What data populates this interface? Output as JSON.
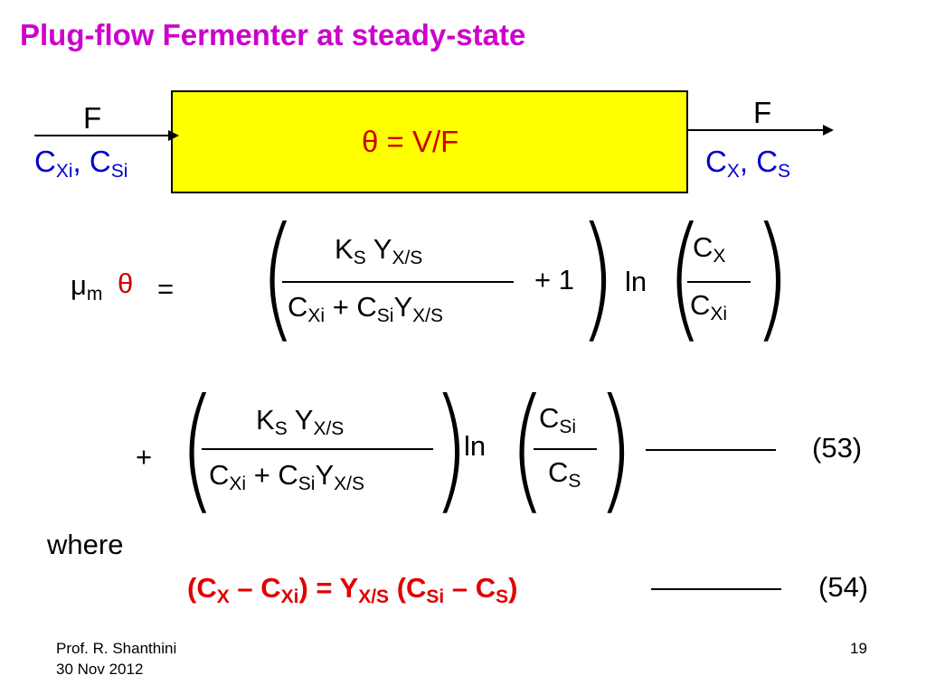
{
  "slide": {
    "title": "Plug-flow Fermenter at steady-state",
    "title_color": "#cc00cc",
    "slide_number": "19",
    "footer_author": "Prof. R. Shanthini",
    "footer_date": "30 Nov 2012"
  },
  "diagram": {
    "reactor_fill": "#ffff00",
    "reactor_label": "θ = V/F",
    "reactor_label_color": "#cc0000",
    "inlet": {
      "flow": "F",
      "conc_base1": "C",
      "conc_sub1": "Xi",
      "sep": ", ",
      "conc_base2": "C",
      "conc_sub2": "Si"
    },
    "outlet": {
      "flow": "F",
      "conc_base1": "C",
      "conc_sub1": "X",
      "sep": ", ",
      "conc_base2": "C",
      "conc_sub2": "S"
    }
  },
  "equation53": {
    "lhs_mu": "μ",
    "lhs_mu_sub": "m",
    "lhs_theta": "θ",
    "equals": "=",
    "term1": {
      "num_k": "K",
      "num_k_sub": "S",
      "num_y": " Y",
      "num_y_sub": "X/S",
      "den_c1": "C",
      "den_c1_sub": "Xi",
      "den_plus": " + C",
      "den_c2_sub": "Si",
      "den_y": "Y",
      "den_y_sub": "X/S",
      "plus_one": "+ 1",
      "ln": "ln",
      "ratio_num": "C",
      "ratio_num_sub": "X",
      "ratio_den": "C",
      "ratio_den_sub": "Xi"
    },
    "term2": {
      "plus": "+",
      "num_k": "K",
      "num_k_sub": "S",
      "num_y": " Y",
      "num_y_sub": "X/S",
      "den_c1": "C",
      "den_c1_sub": "Xi",
      "den_plus": " + C",
      "den_c2_sub": "Si",
      "den_y": "Y",
      "den_y_sub": "X/S",
      "ln": "ln",
      "ratio_num": "C",
      "ratio_num_sub": "Si",
      "ratio_den": "C",
      "ratio_den_sub": "S"
    },
    "number": "(53)"
  },
  "where_label": "where",
  "equation54": {
    "p1": "(C",
    "s1": "X",
    "p2": " – C",
    "s2": "Xi",
    "p3": ") =  Y",
    "s3": "X/S",
    "p4": " (C",
    "s4": "Si",
    "p5": " – C",
    "s5": "S",
    "p6": ")",
    "number": "(54)"
  }
}
